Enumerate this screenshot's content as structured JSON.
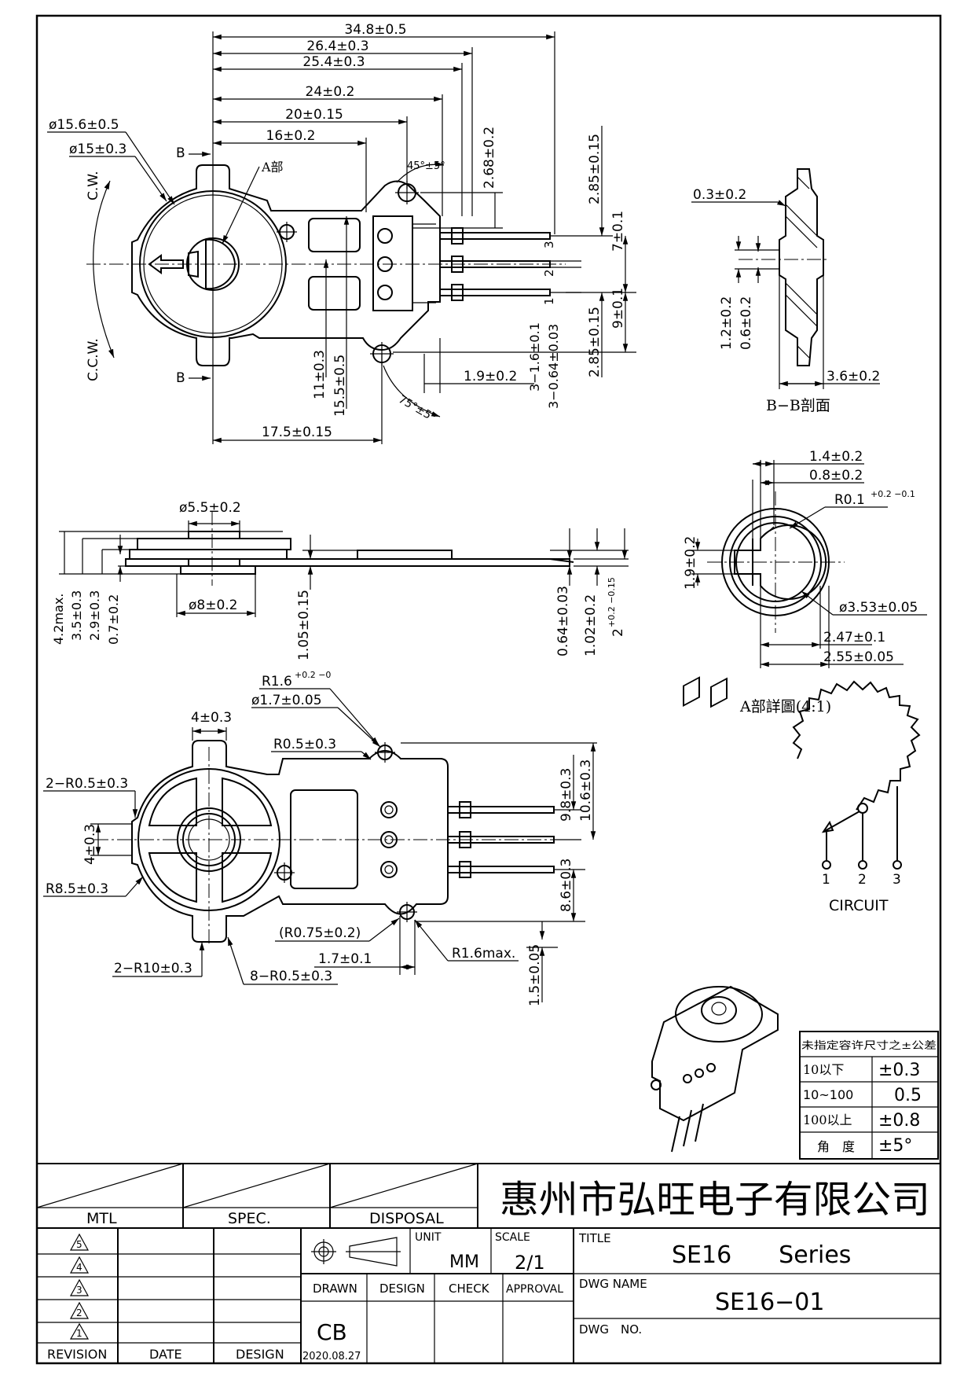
{
  "top_view": {
    "dims": {
      "d1": "34.8±0.5",
      "d2": "26.4±0.3",
      "d3": "25.4±0.3",
      "d4": "24±0.2",
      "d5": "20±0.15",
      "d6": "16±0.2",
      "d7": "ø15.6±0.5",
      "d8": "ø15±0.3",
      "d9": "2.68±0.2",
      "d10": "45°±5°",
      "d11": "2.85±0.15",
      "d12": "7±0.1",
      "d13": "9±0.1",
      "d14": "2.85±0.15",
      "d15": "3−1.6±0.1",
      "d16": "3−0.64±0.03",
      "d17": "1.9±0.2",
      "d18": "11±0.3",
      "d19": "15.5±0.5",
      "d20": "75°±5°",
      "d21": "17.5±0.15"
    },
    "cw": "C.W.",
    "ccw": "C.C.W.",
    "section_b": "B",
    "detail_a": "A部",
    "pins": [
      "3",
      "2",
      "1"
    ]
  },
  "section_bb": {
    "dims": {
      "d1": "0.3±0.2",
      "d2": "1.2±0.2",
      "d3": "0.6±0.2",
      "d4": "3.6±0.2"
    },
    "caption": "B−B剖面"
  },
  "side_view": {
    "dims": {
      "d1": "ø5.5±0.2",
      "d2": "ø8±0.2",
      "d3": "4.2max.",
      "d4": "3.5±0.3",
      "d5": "2.9±0.3",
      "d6": "0.7±0.2",
      "d7": "1.05±0.15",
      "d8": "0.64±0.03",
      "d9": "1.02±0.2",
      "d10": "2",
      "d10tol": "+0.2 −0.15"
    }
  },
  "detail_a": {
    "dims": {
      "d1": "1.4±0.2",
      "d2": "0.8±0.2",
      "d3": "R0.1",
      "d3tol": "+0.2 −0.1",
      "d4": "1.9±0.2",
      "d5": "ø3.53±0.05",
      "d6": "2.47±0.1",
      "d7": "2.55±0.05"
    },
    "caption": "A部詳圖(4:1)"
  },
  "bottom_view": {
    "dims": {
      "d1": "R1.6",
      "d1tol": "+0.2 −0",
      "d2": "ø1.7±0.05",
      "d3": "4±0.3",
      "d4": "R0.5±0.3",
      "d5": "2−R0.5±0.3",
      "d6": "4±0.3",
      "d7": "R8.5±0.3",
      "d8": "9.8±0.3",
      "d9": "10.6±0.3",
      "d10": "8.6±0.3",
      "d11": "(R0.75±0.2)",
      "d12": "R1.6max.",
      "d13": "1.7±0.1",
      "d14": "2−R10±0.3",
      "d15": "8−R0.5±0.3",
      "d16": "1.5±0.05"
    }
  },
  "circuit": {
    "label": "CIRCUIT",
    "pins": [
      "1",
      "2",
      "3"
    ]
  },
  "tolerance_table": {
    "header": "未指定容许尺寸之±公差",
    "rows": [
      {
        "range": "10以下",
        "tol": "±0.3"
      },
      {
        "range": "10~100",
        "tol": "0.5"
      },
      {
        "range": "100以上",
        "tol": "±0.8"
      },
      {
        "range": "角　度",
        "tol": "±5°"
      }
    ]
  },
  "title_block": {
    "company": "惠州市弘旺电子有限公司",
    "mtl": "MTL",
    "spec": "SPEC.",
    "disposal": "DISPOSAL",
    "revisions": [
      "5",
      "4",
      "3",
      "2",
      "1"
    ],
    "revision_label": "REVISION",
    "date_label": "DATE",
    "design_label": "DESIGN",
    "unit_label": "UNIT",
    "unit_value": "MM",
    "scale_label": "SCALE",
    "scale_value": "2/1",
    "title_label": "TITLE",
    "title_value": "SE16　　Series",
    "dwg_name_label": "DWG  NAME",
    "dwg_name_value": "SE16−01",
    "dwg_no_label": "DWG　NO.",
    "drawn_label": "DRAWN",
    "design_col_label": "DESIGN",
    "check_label": "CHECK",
    "approval_label": "APPROVAL",
    "drawn_by": "CB",
    "drawn_date": "2020.08.27"
  }
}
